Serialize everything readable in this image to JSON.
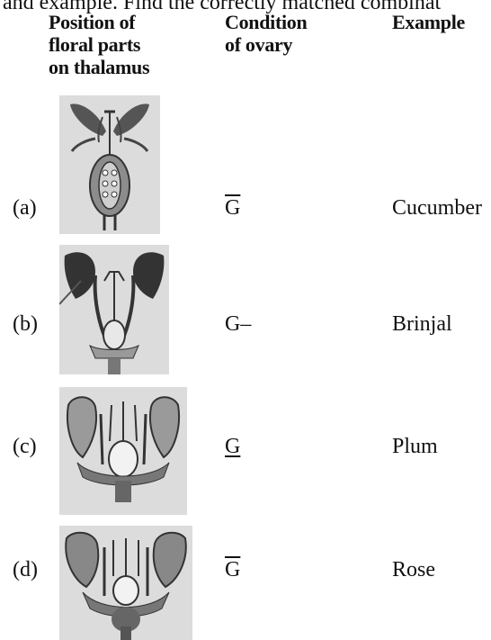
{
  "intro_text": "and example. Find the correctly matched combinat",
  "headers": {
    "position": [
      "Position of",
      "floral parts",
      "on thalamus"
    ],
    "condition": [
      "Condition",
      "of ovary"
    ],
    "example": "Example"
  },
  "rows": [
    {
      "label": "(a)",
      "ovary_symbol": "G",
      "ovary_suffix": "",
      "ovary_mark": "overline",
      "example": "Cucumber",
      "figure_icon": "epigynous-flower-icon"
    },
    {
      "label": "(b)",
      "ovary_symbol": "G",
      "ovary_suffix": "–",
      "ovary_mark": "none",
      "example": "Brinjal",
      "figure_icon": "hypogynous-flower-icon"
    },
    {
      "label": "(c)",
      "ovary_symbol": "G",
      "ovary_suffix": "",
      "ovary_mark": "underline",
      "example": "Plum",
      "figure_icon": "perigynous-flower-icon"
    },
    {
      "label": "(d)",
      "ovary_symbol": "G",
      "ovary_suffix": "",
      "ovary_mark": "overline",
      "example": "Rose",
      "figure_icon": "perigynous-flower-icon"
    }
  ]
}
